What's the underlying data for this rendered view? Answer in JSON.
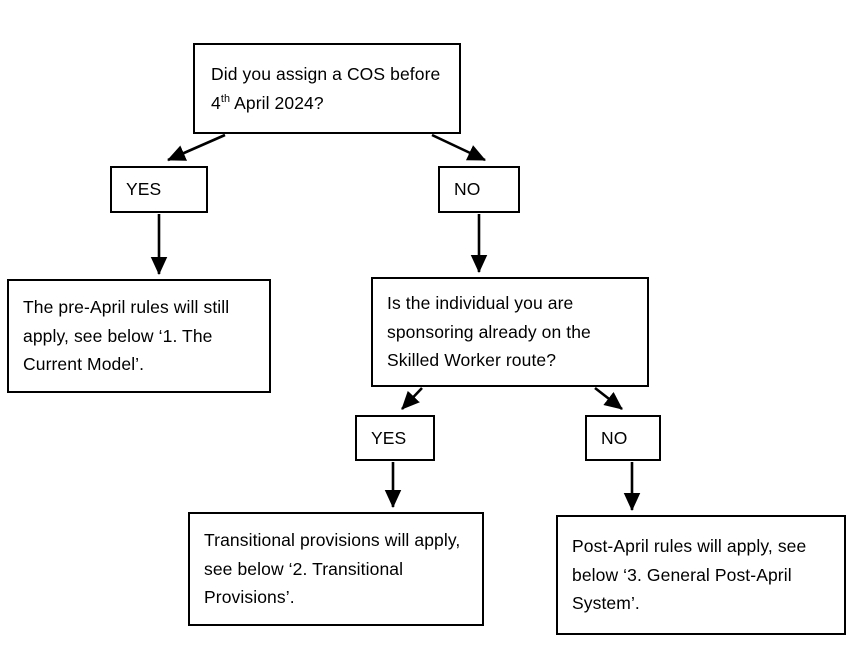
{
  "diagram": {
    "type": "decision-flowchart",
    "title": "COS assignment decision flowchart",
    "nodes": [
      {
        "id": "q1",
        "role": "decision",
        "text_prefix": "Did you assign a COS before 4",
        "text_superscript": "th",
        "text_suffix": " April 2024?"
      },
      {
        "id": "yes1",
        "role": "branch-label",
        "text": "YES"
      },
      {
        "id": "no1",
        "role": "branch-label",
        "text": "NO"
      },
      {
        "id": "out1",
        "role": "outcome",
        "text": "The pre-April rules will still apply, see below ‘1. The Current Model’."
      },
      {
        "id": "q2",
        "role": "decision",
        "text": "Is the individual you are sponsoring already on the Skilled Worker route?"
      },
      {
        "id": "yes2",
        "role": "branch-label",
        "text": "YES"
      },
      {
        "id": "no2",
        "role": "branch-label",
        "text": "NO"
      },
      {
        "id": "out2",
        "role": "outcome",
        "text": "Transitional provisions will apply, see below ‘2. Transitional Provisions’."
      },
      {
        "id": "out3",
        "role": "outcome",
        "text": "Post-April rules will apply, see below ‘3. General Post-April System’."
      }
    ],
    "edges": [
      {
        "from": "q1",
        "to": "yes1",
        "style": "diagonal-arrow"
      },
      {
        "from": "q1",
        "to": "no1",
        "style": "diagonal-arrow"
      },
      {
        "from": "yes1",
        "to": "out1",
        "style": "vertical-arrow"
      },
      {
        "from": "no1",
        "to": "q2",
        "style": "vertical-arrow"
      },
      {
        "from": "q2",
        "to": "yes2",
        "style": "diagonal-arrow"
      },
      {
        "from": "q2",
        "to": "no2",
        "style": "diagonal-arrow"
      },
      {
        "from": "yes2",
        "to": "out2",
        "style": "vertical-arrow"
      },
      {
        "from": "no2",
        "to": "out3",
        "style": "vertical-arrow"
      }
    ],
    "colors": {
      "stroke": "#000000",
      "fill": "#ffffff",
      "text": "#000000"
    }
  }
}
